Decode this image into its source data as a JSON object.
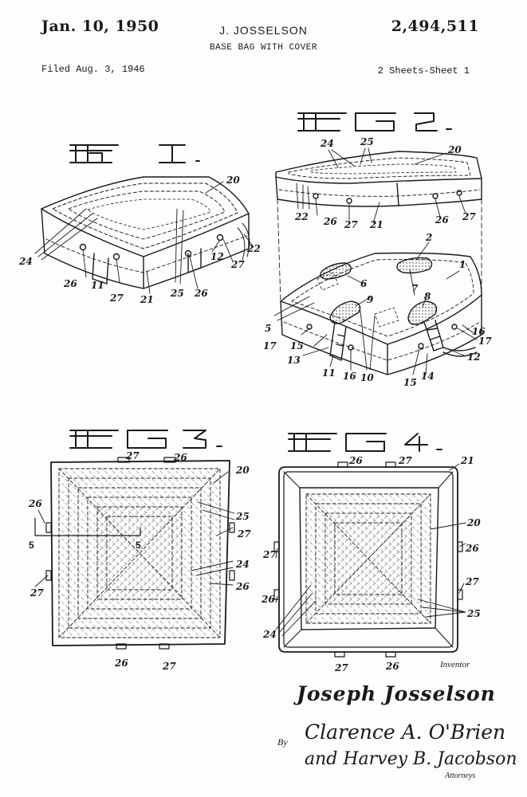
{
  "header": {
    "date": "Jan. 10, 1950",
    "inventor": "J. JOSSELSON",
    "patent_number": "2,494,511",
    "title": "BASE BAG WITH COVER",
    "filed": "Filed Aug. 3, 1946",
    "sheets": "2 Sheets-Sheet 1"
  },
  "figures": {
    "fig1": {
      "caption": "FIG. 1.",
      "labels": [
        "20",
        "24",
        "26",
        "11",
        "27",
        "21",
        "25",
        "26",
        "12",
        "27",
        "22"
      ]
    },
    "fig2": {
      "caption": "FIG. 2.",
      "labels": [
        "24",
        "25",
        "20",
        "22",
        "26",
        "27",
        "21",
        "26",
        "27",
        "2",
        "1",
        "6",
        "7",
        "8",
        "9",
        "5",
        "17",
        "15",
        "13",
        "11",
        "16",
        "10",
        "15",
        "14",
        "12",
        "16",
        "17"
      ]
    },
    "fig3": {
      "caption": "FIG. 3.",
      "labels": [
        "27",
        "26",
        "20",
        "26",
        "5",
        "5",
        "25",
        "27",
        "24",
        "27",
        "26",
        "26",
        "27"
      ]
    },
    "fig4": {
      "caption": "FIG. 4.",
      "labels": [
        "26",
        "27",
        "21",
        "20",
        "26",
        "27",
        "27",
        "26",
        "25",
        "24",
        "27",
        "26"
      ]
    }
  },
  "signatures": {
    "inventor_caption": "Inventor",
    "inventor_name": "Joseph Josselson",
    "by": "By",
    "attorney_line1": "Clarence A. O'Brien",
    "attorney_line2": "and Harvey B. Jacobson",
    "attorneys_caption": "Attorneys"
  }
}
